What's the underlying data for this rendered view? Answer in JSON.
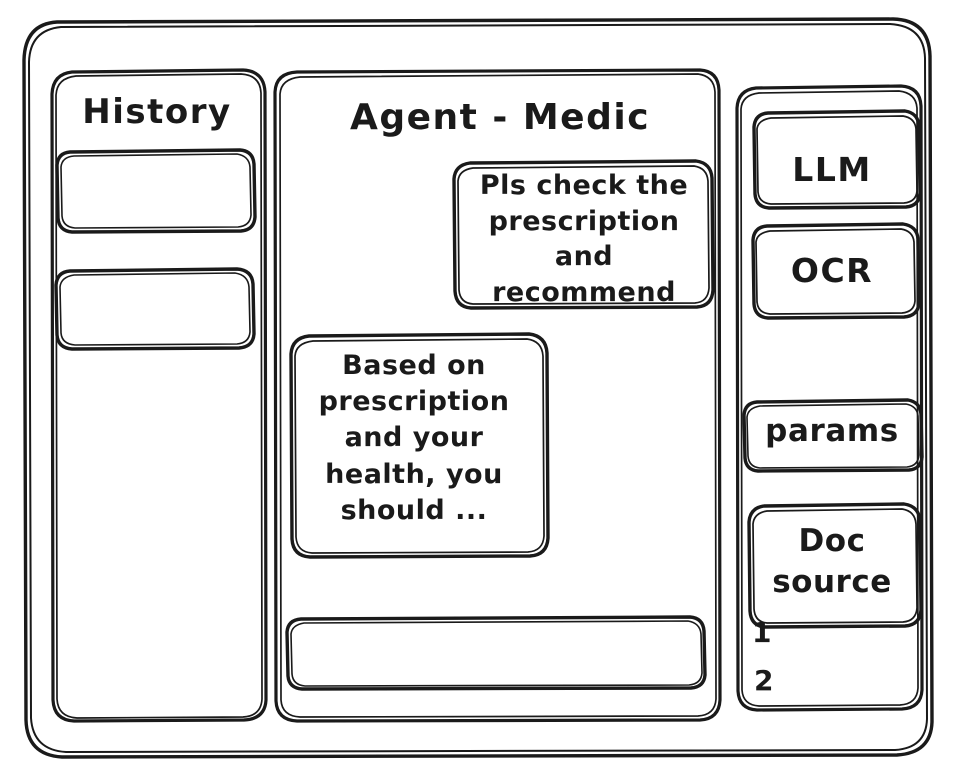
{
  "window": {
    "style": "hand-drawn-wireframe",
    "stroke_color": "#1a1a1a",
    "background_color": "#ffffff"
  },
  "sidebar_left": {
    "title": "History",
    "items": [
      {
        "label": "",
        "name": "history-item-1"
      },
      {
        "label": "",
        "name": "history-item-2"
      }
    ]
  },
  "main": {
    "title": "Agent - Medic",
    "messages": [
      {
        "role": "user",
        "text": "Pls check the\nprescription\nand recommend",
        "align": "right"
      },
      {
        "role": "assistant",
        "text": "Based on\nprescription\nand your\nhealth, you\nshould ...",
        "align": "left"
      }
    ],
    "composer": {
      "value": "",
      "placeholder": ""
    }
  },
  "sidebar_right": {
    "cards": [
      {
        "label": "LLM",
        "name": "tool-card-llm"
      },
      {
        "label": "OCR",
        "name": "tool-card-ocr"
      },
      {
        "label": "params",
        "name": "tool-card-params"
      },
      {
        "label": "Doc\nsource",
        "name": "tool-card-doc-source"
      }
    ],
    "doc_sources": [
      {
        "label": "1"
      },
      {
        "label": "2"
      }
    ]
  }
}
